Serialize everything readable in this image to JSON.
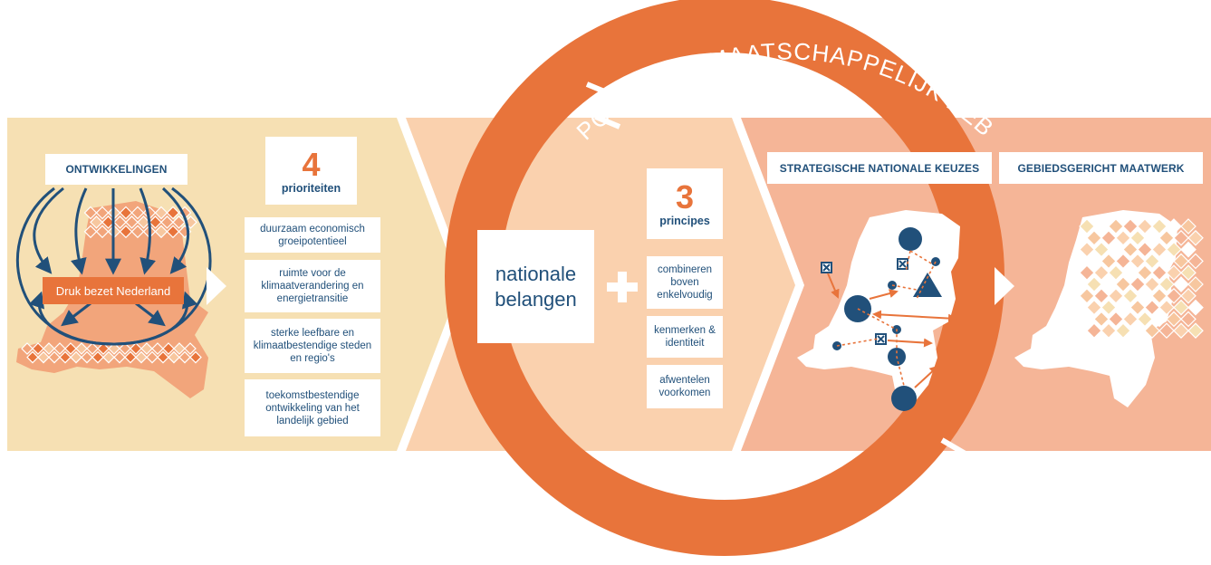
{
  "arc_title": "POLITIEK & MAATSCHAPPELIJK DEBAT",
  "left": {
    "ontwikkelingen": "ONTWIKKELINGEN",
    "druk": "Druk bezet Nederland",
    "priorities_number": "4",
    "priorities_label": "prioriteiten",
    "priorities": [
      "duurzaam economisch groeipotentieel",
      "ruimte voor de klimaatverandering en energietransitie",
      "sterke leefbare en klimaatbestendige steden en regio's",
      "toekomstbestendige ontwikkeling van het landelijk gebied"
    ]
  },
  "middle": {
    "nationale_belangen": "nationale belangen",
    "principles_number": "3",
    "principles_label": "principes",
    "principles": [
      "combineren boven enkelvoudig",
      "kenmerken & identiteit",
      "afwentelen voorkomen"
    ]
  },
  "right": {
    "strategic": "STRATEGISCHE NATIONALE KEUZES",
    "maatwerk": "GEBIEDSGERICHT MAATWERK"
  },
  "colors": {
    "panel_left": "#f6e0b3",
    "panel_middle": "#fad1ae",
    "panel_right": "#f5b597",
    "ring": "#e8743b",
    "navy": "#21507a",
    "white": "#ffffff"
  }
}
